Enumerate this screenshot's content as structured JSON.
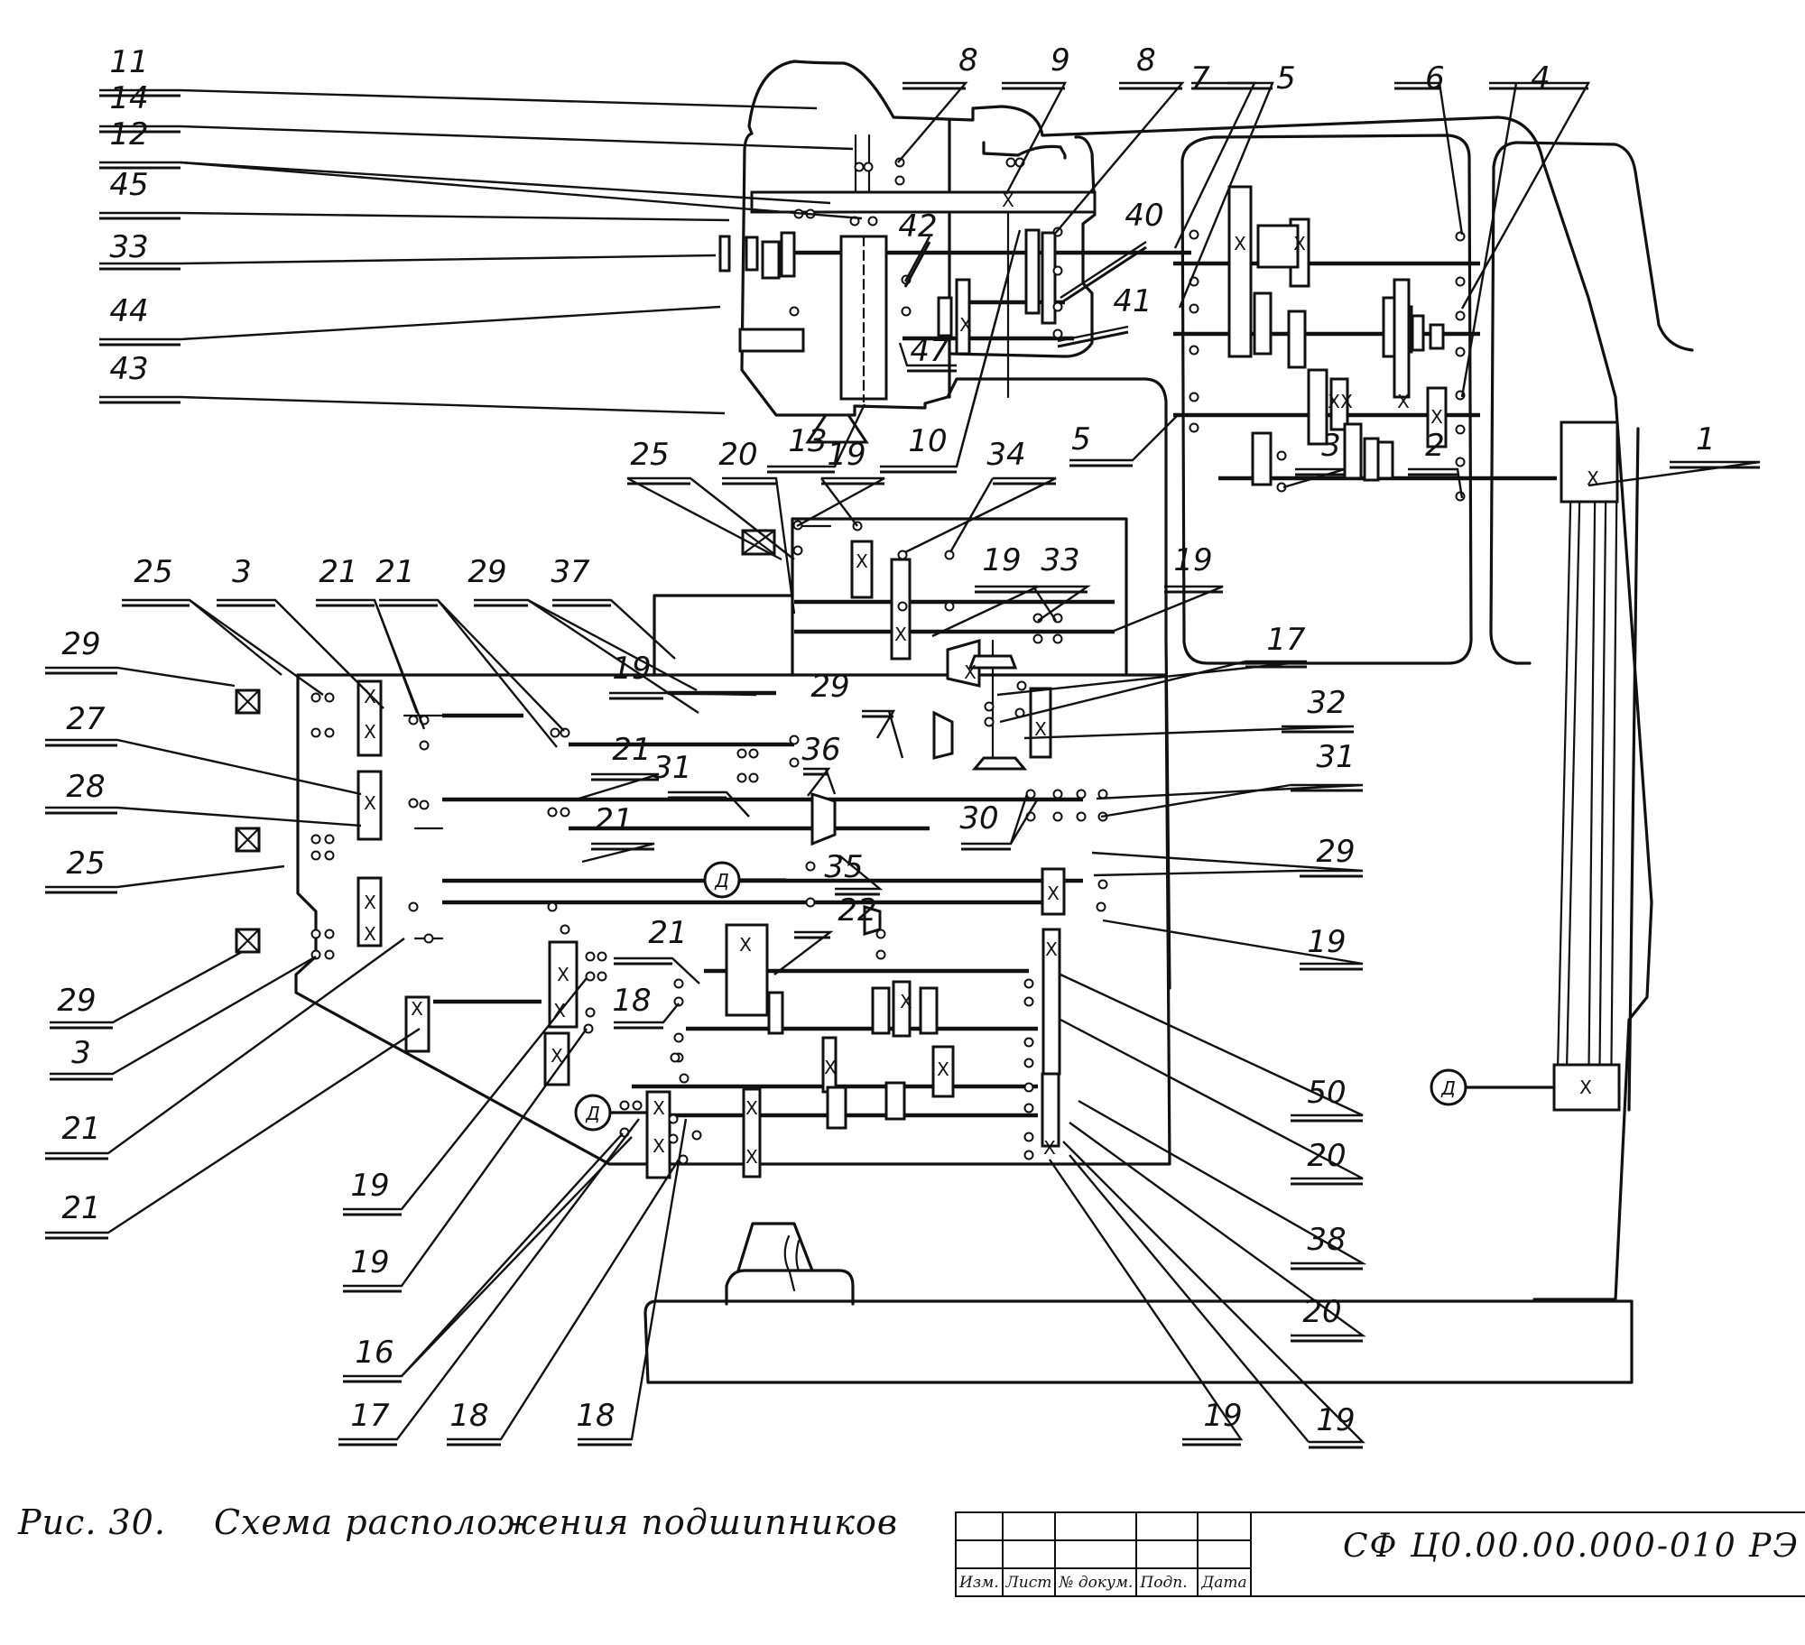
{
  "figure": {
    "number": "Рис. 30.",
    "title": "Схема расположения подшипников"
  },
  "title_block": {
    "document_code": "СФ Ц0.00.00.000-010 РЭ",
    "columns": [
      "Изм.",
      "Лист",
      "№ докум.",
      "Подп.",
      "Дата"
    ]
  },
  "symbols": {
    "gear_mark": "X",
    "motor_label": "Д",
    "motor_count": 3
  },
  "callouts": [
    {
      "id": "c-11",
      "label": "11"
    },
    {
      "id": "c-14",
      "label": "14"
    },
    {
      "id": "c-12",
      "label": "12"
    },
    {
      "id": "c-45",
      "label": "45"
    },
    {
      "id": "c-33a",
      "label": "33"
    },
    {
      "id": "c-44",
      "label": "44"
    },
    {
      "id": "c-43",
      "label": "43"
    },
    {
      "id": "c-8a",
      "label": "8"
    },
    {
      "id": "c-9",
      "label": "9"
    },
    {
      "id": "c-8b",
      "label": "8"
    },
    {
      "id": "c-42",
      "label": "42"
    },
    {
      "id": "c-40",
      "label": "40"
    },
    {
      "id": "c-41",
      "label": "41"
    },
    {
      "id": "c-47",
      "label": "47"
    },
    {
      "id": "c-13",
      "label": "13"
    },
    {
      "id": "c-10",
      "label": "10"
    },
    {
      "id": "c-7",
      "label": "7"
    },
    {
      "id": "c-5a",
      "label": "5"
    },
    {
      "id": "c-6",
      "label": "6"
    },
    {
      "id": "c-4",
      "label": "4"
    },
    {
      "id": "c-5b",
      "label": "5"
    },
    {
      "id": "c-3a",
      "label": "3"
    },
    {
      "id": "c-2",
      "label": "2"
    },
    {
      "id": "c-1",
      "label": "1"
    },
    {
      "id": "c-25a",
      "label": "25"
    },
    {
      "id": "c-20a",
      "label": "20"
    },
    {
      "id": "c-19a",
      "label": "19"
    },
    {
      "id": "c-34",
      "label": "34"
    },
    {
      "id": "c-19b",
      "label": "19"
    },
    {
      "id": "c-33b",
      "label": "33"
    },
    {
      "id": "c-19c",
      "label": "19"
    },
    {
      "id": "c-17a",
      "label": "17"
    },
    {
      "id": "c-32",
      "label": "32"
    },
    {
      "id": "c-25b",
      "label": "25"
    },
    {
      "id": "c-3b",
      "label": "3"
    },
    {
      "id": "c-21a",
      "label": "21"
    },
    {
      "id": "c-21b",
      "label": "21"
    },
    {
      "id": "c-29a",
      "label": "29"
    },
    {
      "id": "c-37",
      "label": "37"
    },
    {
      "id": "c-29b",
      "label": "29"
    },
    {
      "id": "c-19d",
      "label": "19"
    },
    {
      "id": "c-29c",
      "label": "29"
    },
    {
      "id": "c-27",
      "label": "27"
    },
    {
      "id": "c-21c",
      "label": "21"
    },
    {
      "id": "c-36",
      "label": "36"
    },
    {
      "id": "c-28",
      "label": "28"
    },
    {
      "id": "c-31a",
      "label": "31"
    },
    {
      "id": "c-31b",
      "label": "31"
    },
    {
      "id": "c-25c",
      "label": "25"
    },
    {
      "id": "c-21d",
      "label": "21"
    },
    {
      "id": "c-35",
      "label": "35"
    },
    {
      "id": "c-30",
      "label": "30"
    },
    {
      "id": "c-29d",
      "label": "29"
    },
    {
      "id": "c-22",
      "label": "22"
    },
    {
      "id": "c-29e",
      "label": "29"
    },
    {
      "id": "c-19e",
      "label": "19"
    },
    {
      "id": "c-3c",
      "label": "3"
    },
    {
      "id": "c-21e",
      "label": "21"
    },
    {
      "id": "c-18a",
      "label": "18"
    },
    {
      "id": "c-50",
      "label": "50"
    },
    {
      "id": "c-21f",
      "label": "21"
    },
    {
      "id": "c-21g",
      "label": "21"
    },
    {
      "id": "c-20b",
      "label": "20"
    },
    {
      "id": "c-19f",
      "label": "19"
    },
    {
      "id": "c-38",
      "label": "38"
    },
    {
      "id": "c-19g",
      "label": "19"
    },
    {
      "id": "c-20c",
      "label": "20"
    },
    {
      "id": "c-16",
      "label": "16"
    },
    {
      "id": "c-17b",
      "label": "17"
    },
    {
      "id": "c-18b",
      "label": "18"
    },
    {
      "id": "c-18c",
      "label": "18"
    },
    {
      "id": "c-19h",
      "label": "19"
    },
    {
      "id": "c-19i",
      "label": "19"
    }
  ]
}
